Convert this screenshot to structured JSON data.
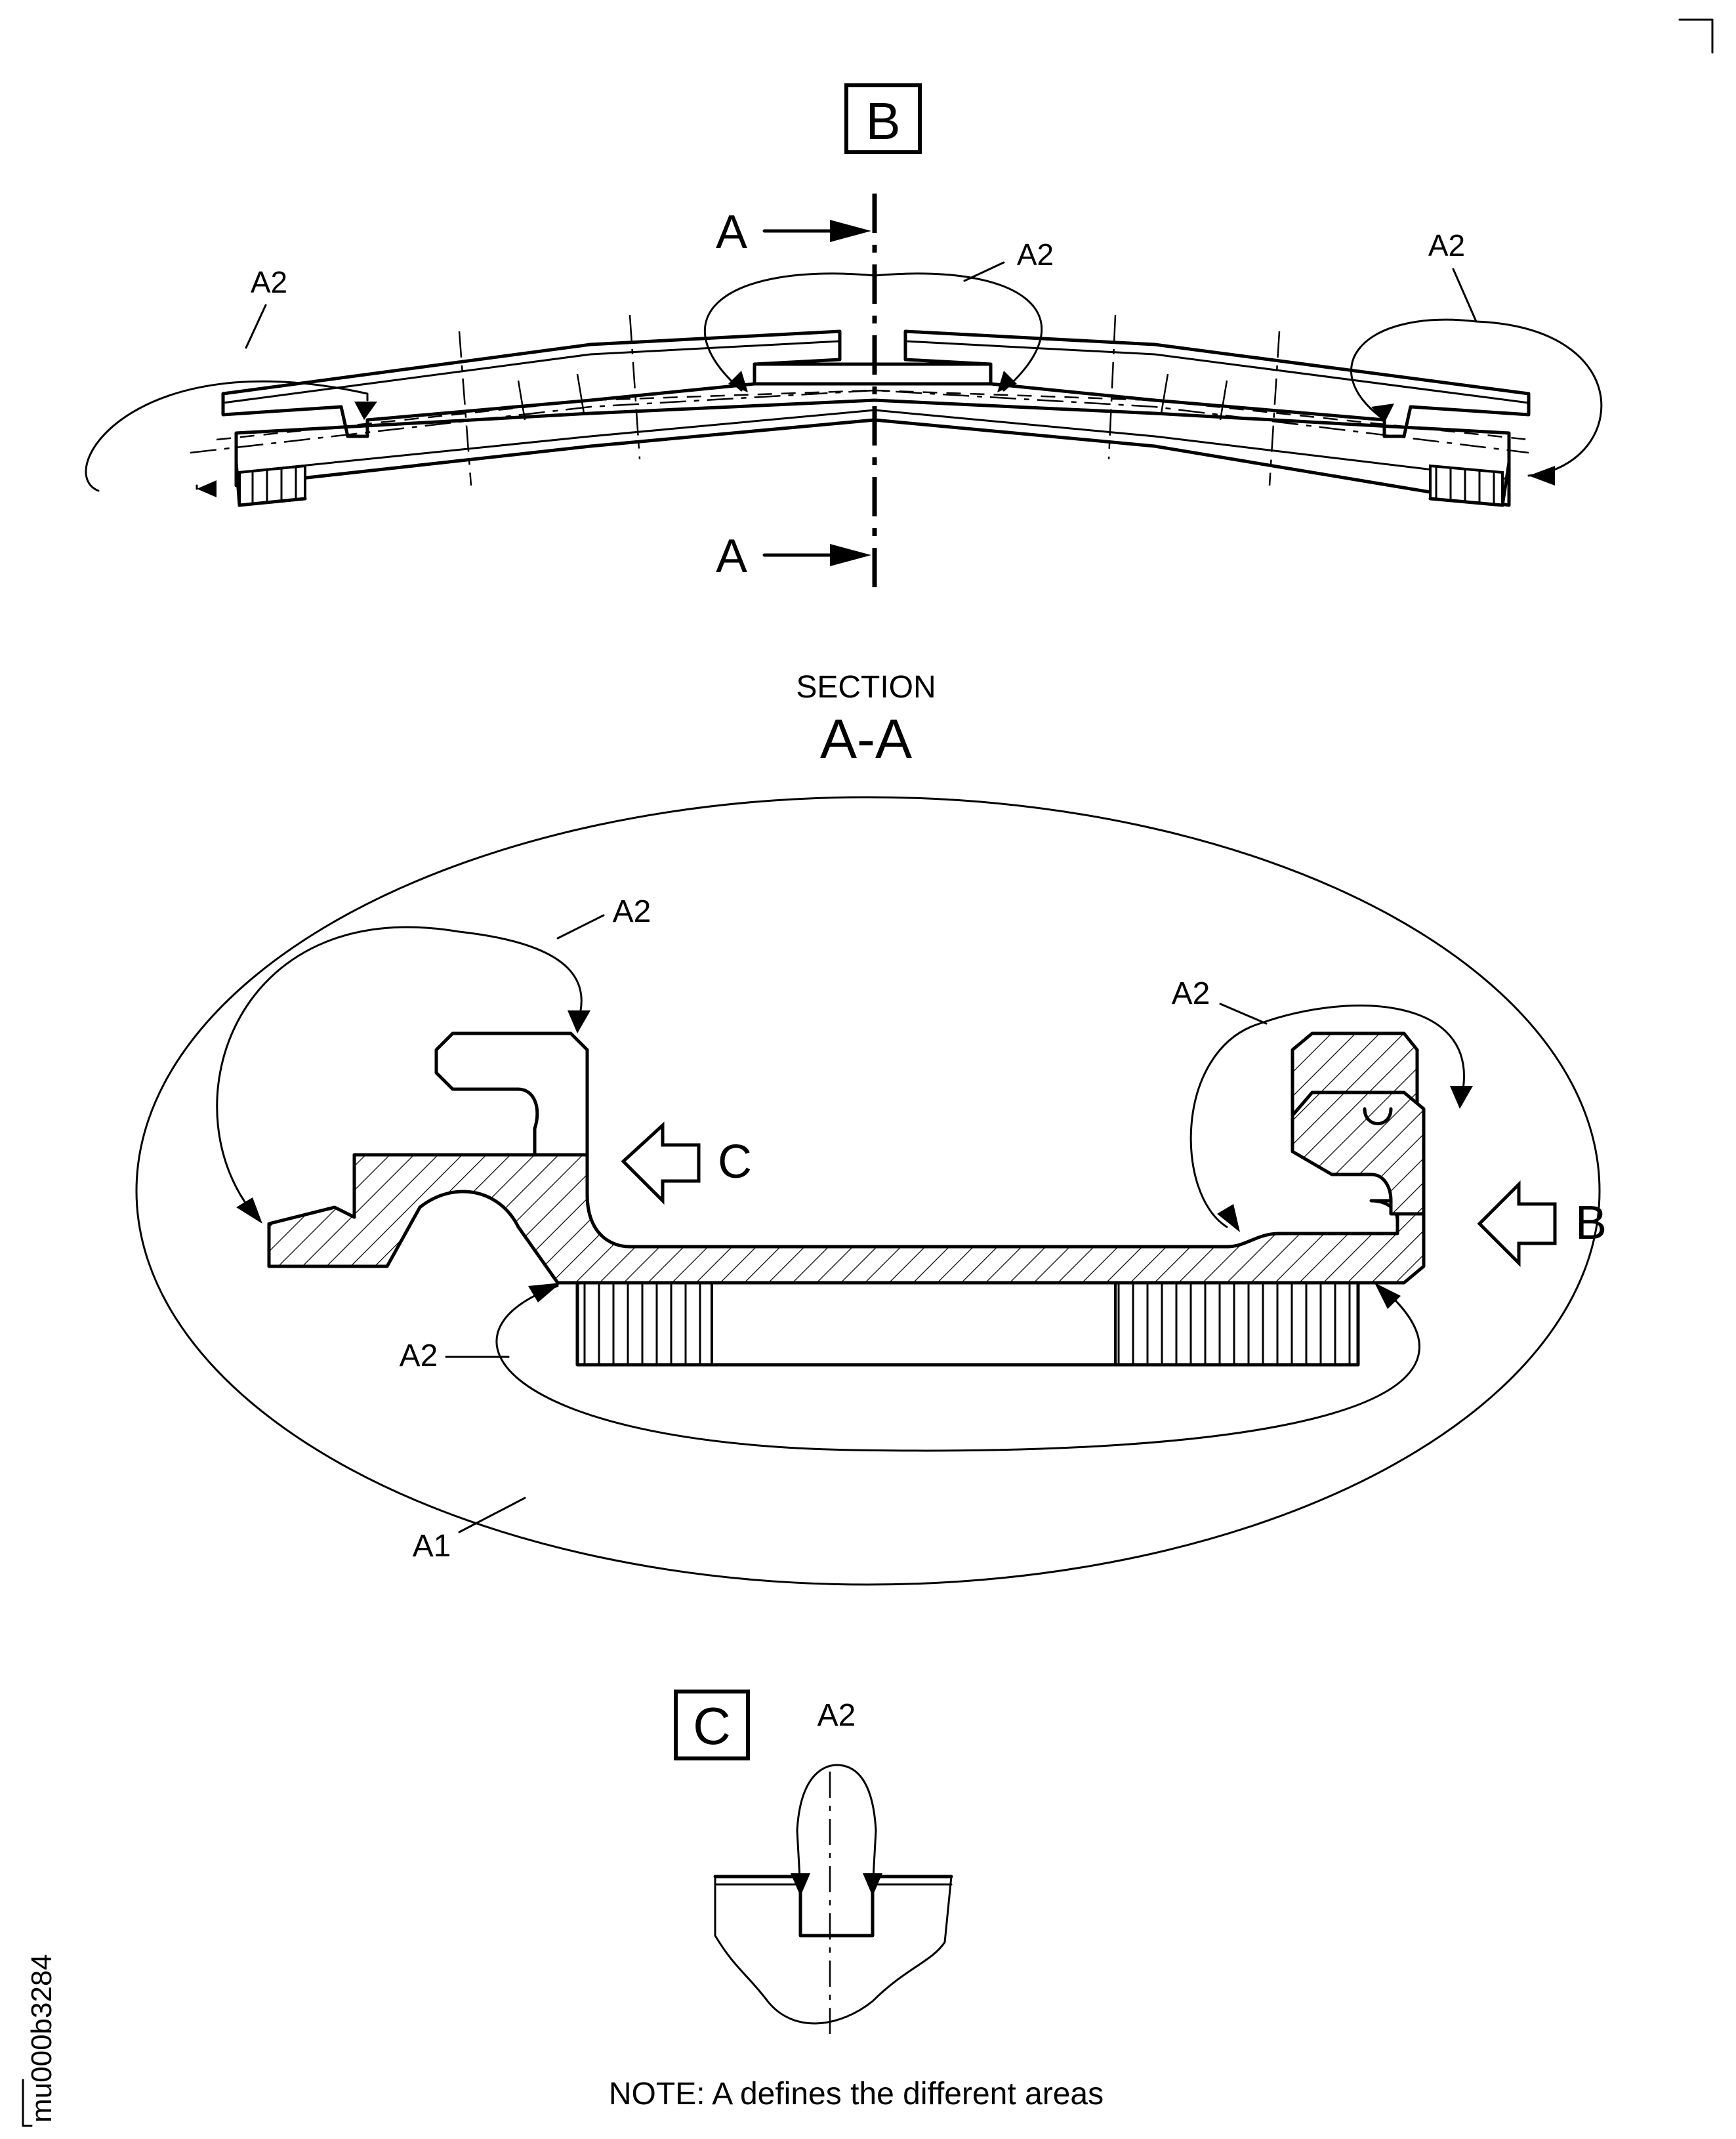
{
  "view_b": {
    "label": "B"
  },
  "section_marks": {
    "top": "A",
    "bottom": "A"
  },
  "area_labels": {
    "view_b_left": "A2",
    "view_b_center": "A2",
    "view_b_right": "A2",
    "section_upper_left": "A2",
    "section_upper_right": "A2",
    "section_lower": "A2",
    "section_outer": "A1",
    "view_c": "A2"
  },
  "section": {
    "title": "SECTION",
    "name": "A-A"
  },
  "view_arrows": {
    "c": "C",
    "b": "B"
  },
  "view_c": {
    "label": "C"
  },
  "note": "NOTE: A defines the different areas",
  "figure_id": "mu000b3284"
}
